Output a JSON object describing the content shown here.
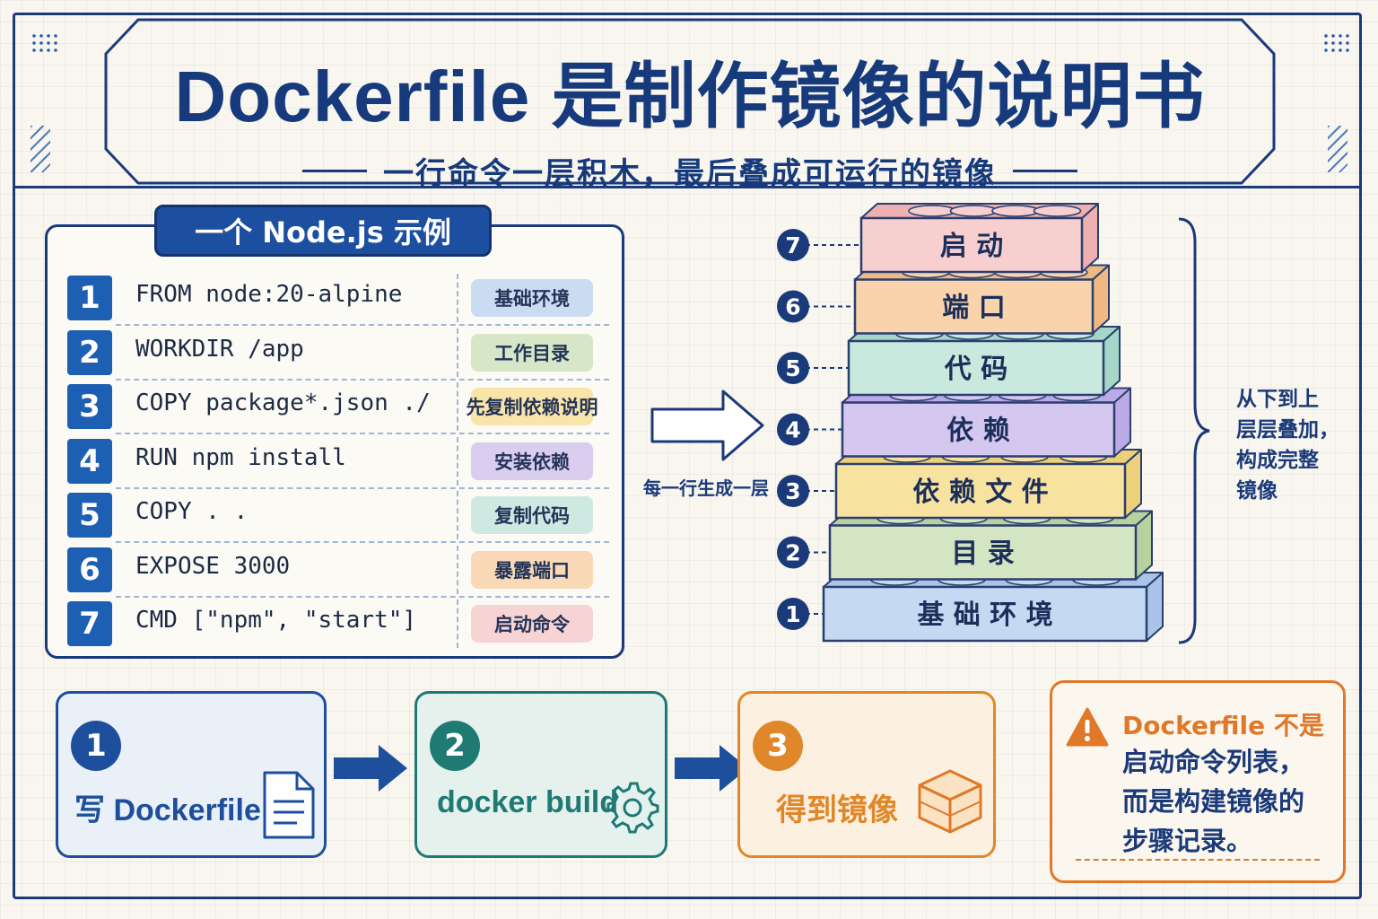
{
  "header": {
    "title": "Dockerfile 是制作镜像的说明书",
    "subtitle": "一行命令一层积木，最后叠成可运行的镜像"
  },
  "code_panel": {
    "tag": "一个 Node.js 示例",
    "rows": [
      {
        "num": "1",
        "code": "FROM node:20-alpine",
        "note": "基础环境",
        "color": "#c9dcf2"
      },
      {
        "num": "2",
        "code": "WORKDIR /app",
        "note": "工作目录",
        "color": "#d6e6c7"
      },
      {
        "num": "3",
        "code": "COPY package*.json ./",
        "note": "先复制依赖说明",
        "color": "#f9e4a9"
      },
      {
        "num": "4",
        "code": "RUN npm install",
        "note": "安装依赖",
        "color": "#d9cdf0"
      },
      {
        "num": "5",
        "code": "COPY . .",
        "note": "复制代码",
        "color": "#cde9e1"
      },
      {
        "num": "6",
        "code": "EXPOSE 3000",
        "note": "暴露端口",
        "color": "#f9d9b6"
      },
      {
        "num": "7",
        "code": "CMD [\"npm\", \"start\"]",
        "note": "启动命令",
        "color": "#f7d3d3"
      }
    ]
  },
  "arrow_label": "每一行生成一层",
  "stack": {
    "layers": [
      {
        "num": "1",
        "label": "基 础 环 境",
        "color": "#c5daf2",
        "side": "#a9c4e8"
      },
      {
        "num": "2",
        "label": "目 录",
        "color": "#d3e5c2",
        "side": "#b7d29f"
      },
      {
        "num": "3",
        "label": "依 赖 文 件",
        "color": "#f8e2a0",
        "side": "#edd07a"
      },
      {
        "num": "4",
        "label": "依 赖",
        "color": "#d5c8f0",
        "side": "#bcaae6"
      },
      {
        "num": "5",
        "label": "代 码",
        "color": "#c9e8de",
        "side": "#a6d6c7"
      },
      {
        "num": "6",
        "label": "端 口",
        "color": "#f8d3ab",
        "side": "#f0b981"
      },
      {
        "num": "7",
        "label": "启 动",
        "color": "#f7cfcf",
        "side": "#eeb0b0"
      }
    ],
    "side_note": [
      "从下到上",
      "层层叠加，",
      "构成完整",
      "镜像"
    ]
  },
  "flow": [
    {
      "num": "1",
      "label": "写 Dockerfile",
      "icon": "document-icon",
      "color": "#1d4f9c",
      "bg": "#e9f0f8"
    },
    {
      "num": "2",
      "label": "docker build",
      "icon": "gear-icon",
      "color": "#1f7a74",
      "bg": "#e5f1ed"
    },
    {
      "num": "3",
      "label": "得到镜像",
      "icon": "box-icon",
      "color": "#e0872a",
      "bg": "#fcf1e1"
    }
  ],
  "warning": {
    "head": "Dockerfile 不是",
    "lines": [
      "启动命令列表，",
      "而是构建镜像的",
      "步骤记录。"
    ],
    "icon": "warning-icon"
  }
}
